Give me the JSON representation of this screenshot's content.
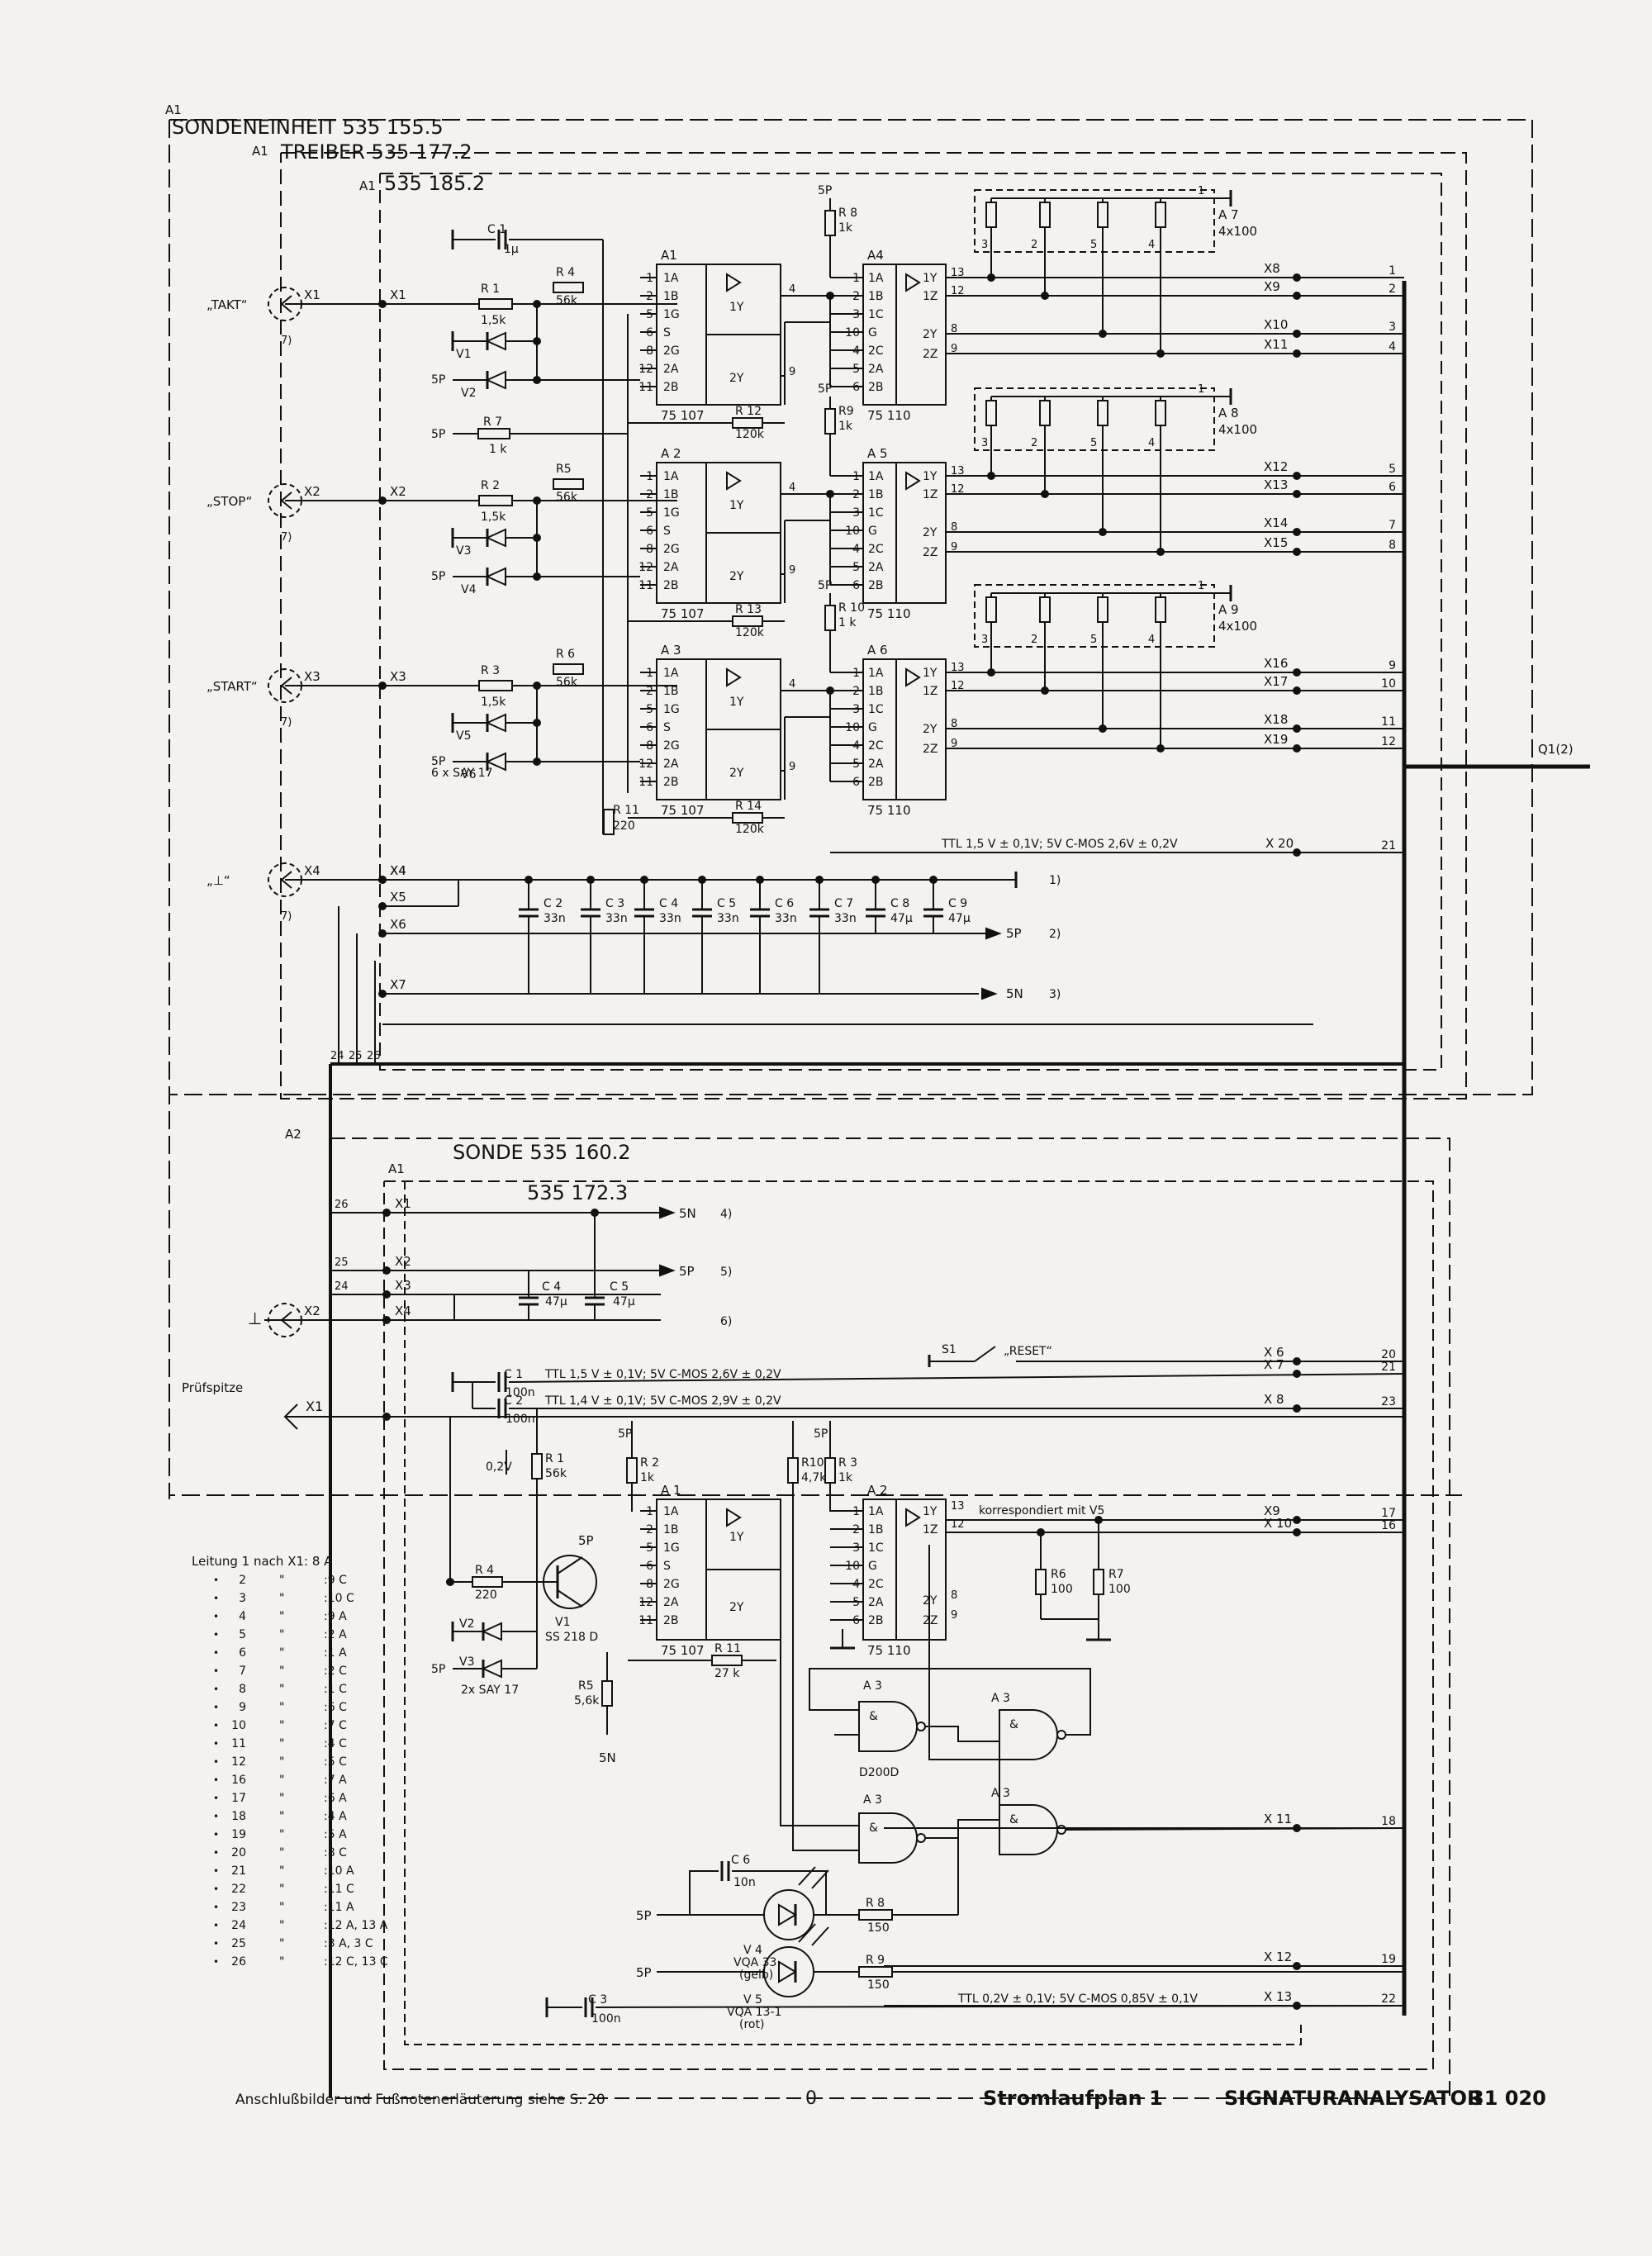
{
  "modules": {
    "a1_sondeneinheit": {
      "ref": "A1",
      "title": "SONDENEINHEIT 535 155.5"
    },
    "a1_treiber": {
      "ref": "A1",
      "title": "TREIBER 535 177.2"
    },
    "a1_board": {
      "ref": "A1",
      "title": "535 185.2"
    },
    "a2_sonde": {
      "ref": "A2",
      "title": "SONDE 535 160.2"
    },
    "a2_inner": {
      "ref": "A1",
      "title": "535 172.3"
    }
  },
  "inputs": [
    {
      "label": "„TAKT“",
      "connector": "X1",
      "node": "X1"
    },
    {
      "label": "„STOP“",
      "connector": "X2",
      "node": "X2"
    },
    {
      "label": "„START“",
      "connector": "X3",
      "node": "X3"
    },
    {
      "label": "„⊥“",
      "connector": "X4",
      "node": "X4"
    }
  ],
  "footnote_markers": [
    "7)",
    "7)",
    "7)",
    "7)"
  ],
  "driver_stages": [
    {
      "ic_a": "A1",
      "ic_a_type": "75 107",
      "ic_b": "A4",
      "ic_b_type": "75 110",
      "series_r": {
        "name": "R 1",
        "value": "1,5k"
      },
      "pull_r": {
        "name": "R 4",
        "value": "56k"
      },
      "fb_r": {
        "name": "R 12",
        "value": "120k"
      },
      "diodes": [
        "V1",
        "V2"
      ],
      "r_top": {
        "name": "R 8",
        "value": "1k"
      },
      "net": {
        "name": "A 7",
        "value": "4x100"
      },
      "net_pins": [
        "3",
        "2",
        "5",
        "4",
        "1"
      ],
      "outs": [
        {
          "x": "X8",
          "n": "1"
        },
        {
          "x": "X9",
          "n": "2"
        },
        {
          "x": "X10",
          "n": "3"
        },
        {
          "x": "X11",
          "n": "4"
        }
      ]
    },
    {
      "ic_a": "A 2",
      "ic_a_type": "75 107",
      "ic_b": "A 5",
      "ic_b_type": "75 110",
      "series_r": {
        "name": "R 2",
        "value": "1,5k"
      },
      "pull_r": {
        "name": "R5",
        "value": "56k"
      },
      "fb_r": {
        "name": "R 13",
        "value": "120k"
      },
      "diodes": [
        "V3",
        "V4"
      ],
      "r_top": {
        "name": "R9",
        "value": "1k"
      },
      "net": {
        "name": "A 8",
        "value": "4x100"
      },
      "net_pins": [
        "3",
        "2",
        "5",
        "4",
        "1"
      ],
      "outs": [
        {
          "x": "X12",
          "n": "5"
        },
        {
          "x": "X13",
          "n": "6"
        },
        {
          "x": "X14",
          "n": "7"
        },
        {
          "x": "X15",
          "n": "8"
        }
      ]
    },
    {
      "ic_a": "A 3",
      "ic_a_type": "75 107",
      "ic_b": "A 6",
      "ic_b_type": "75 110",
      "series_r": {
        "name": "R 3",
        "value": "1,5k"
      },
      "pull_r": {
        "name": "R 6",
        "value": "56k"
      },
      "fb_r": {
        "name": "R 14",
        "value": "120k"
      },
      "diodes": [
        "V5",
        "V6"
      ],
      "r_top": {
        "name": "R 10",
        "value": "1 k"
      },
      "net": {
        "name": "A 9",
        "value": "4x100"
      },
      "net_pins": [
        "3",
        "2",
        "5",
        "4",
        "1"
      ],
      "outs": [
        {
          "x": "X16",
          "n": "9"
        },
        {
          "x": "X17",
          "n": "10"
        },
        {
          "x": "X18",
          "n": "11"
        },
        {
          "x": "X19",
          "n": "12"
        }
      ]
    }
  ],
  "pins_a": [
    "1",
    "2",
    "5",
    "6",
    "8",
    "12",
    "11"
  ],
  "pins_a_names": [
    "1A",
    "1B",
    "1G",
    "S",
    "2G",
    "2A",
    "2B"
  ],
  "pins_b": [
    "1",
    "2",
    "3",
    "10",
    "4",
    "5",
    "6"
  ],
  "pins_b_names": [
    "1A",
    "1B",
    "1C",
    "G",
    "2C",
    "2A",
    "2B"
  ],
  "pins_b_out": [
    "13",
    "12",
    "8",
    "9"
  ],
  "pins_b_out_names": [
    "1Y",
    "1Z",
    "2Y",
    "2Z"
  ],
  "pins_a_out_names": [
    "1Y",
    "2Y"
  ],
  "pins_a_out_nums": [
    "4",
    "9"
  ],
  "top_parts": {
    "c1": {
      "name": "C 1",
      "value": "1μ"
    },
    "r7": {
      "name": "R 7",
      "value": "1 k"
    },
    "r11": {
      "name": "R 11",
      "value": "220"
    },
    "diode_note": "6 x SAY 17",
    "supply": "5P",
    "ttl_note": "TTL 1,5 V ± 0,1V; 5V C-MOS 2,6V ± 0,2V",
    "x20": "X 20",
    "x20_n": "21",
    "q1": "Q1(2)"
  },
  "capacitor_row": [
    {
      "name": "C 2",
      "value": "33n"
    },
    {
      "name": "C 3",
      "value": "33n"
    },
    {
      "name": "C 4",
      "value": "33n"
    },
    {
      "name": "C 5",
      "value": "33n"
    },
    {
      "name": "C 6",
      "value": "33n"
    },
    {
      "name": "C 7",
      "value": "33n"
    },
    {
      "name": "C 8",
      "value": "47μ"
    },
    {
      "name": "C 9",
      "value": "47μ"
    }
  ],
  "rail_nodes": [
    "X4",
    "X5",
    "X6",
    "X7"
  ],
  "rail_labels": [
    "1)",
    "5P",
    "2)",
    "5N",
    "3)"
  ],
  "link_pins": [
    "24",
    "25",
    "26"
  ],
  "probe": {
    "rails": [
      {
        "pin": "26",
        "x": "X1",
        "label": "5N",
        "note": "4)"
      },
      {
        "pin": "25",
        "x": "X2",
        "label": "5P",
        "note": "5)"
      },
      {
        "pin": "24",
        "x": "X3",
        "label": "",
        "note": ""
      },
      {
        "pin": "",
        "x": "X4",
        "label": "",
        "note": "6)"
      }
    ],
    "gnd_connector": "X2",
    "c4": {
      "name": "C 4",
      "value": "47μ"
    },
    "c5": {
      "name": "C 5",
      "value": "47μ"
    },
    "tip_label": "Prüfspitze",
    "tip_connector": "X1",
    "s1": {
      "name": "S1",
      "label": "„RESET“"
    },
    "ctrl_rows": [
      {
        "x": "X 6",
        "n": "20"
      },
      {
        "x": "X 7",
        "n": "21"
      },
      {
        "x": "X 8",
        "n": "23"
      }
    ],
    "c1": {
      "name": "C 1",
      "value": "100n"
    },
    "c2": {
      "name": "C 2",
      "value": "100n"
    },
    "ttl1": "TTL 1,5 V ± 0,1V; 5V C-MOS 2,6V ± 0,2V",
    "ttl2": "TTL 1,4 V ± 0,1V; 5V C-MOS 2,9V ± 0,2V",
    "v02": "0,2V",
    "r1": {
      "name": "R 1",
      "value": "56k"
    },
    "r2": {
      "name": "R 2",
      "value": "1k"
    },
    "r3": {
      "name": "R 3",
      "value": "1k"
    },
    "r10": {
      "name": "R10",
      "value": "4,7k"
    },
    "r4": {
      "name": "R 4",
      "value": "220"
    },
    "r5": {
      "name": "R5",
      "value": "5,6k"
    },
    "r11": {
      "name": "R 11",
      "value": "27 k"
    },
    "r6": {
      "name": "R6",
      "value": "100"
    },
    "r7": {
      "name": "R7",
      "value": "100"
    },
    "r8": {
      "name": "R 8",
      "value": "150"
    },
    "r9": {
      "name": "R 9",
      "value": "150"
    },
    "c6": {
      "name": "C 6",
      "value": "10n"
    },
    "c3": {
      "name": "C 3",
      "value": "100n"
    },
    "v1": {
      "name": "V1",
      "value": "SS 218 D"
    },
    "v2": "V2",
    "v3": "V3",
    "diode_note": "2x SAY 17",
    "v4": {
      "name": "V 4",
      "value": "VQA 33",
      "color": "(gelb)"
    },
    "v5": {
      "name": "V 5",
      "value": "VQA 13-1",
      "color": "(rot)"
    },
    "ic_a1": {
      "name": "A 1",
      "type": "75 107"
    },
    "ic_a2": {
      "name": "A 2",
      "type": "75 110"
    },
    "gate_a3": "A 3",
    "gate_d200d": "D200D",
    "korr_note": "korrespondiert mit V5",
    "out_rows": [
      {
        "x": "X9",
        "n": "17"
      },
      {
        "x": "X 10",
        "n": "16"
      },
      {
        "x": "X 11",
        "n": "18"
      },
      {
        "x": "X 12",
        "n": "19"
      },
      {
        "x": "X 13",
        "n": "22"
      }
    ],
    "ttl3": "TTL 0,2V ± 0,1V; 5V C-MOS 0,85V ± 0,1V",
    "supply_p": "5P",
    "supply_n": "5N"
  },
  "wiring_table": {
    "header": "Leitung 1 nach X1: 8 A",
    "rows": [
      {
        "n": "2",
        "to": ":9 C"
      },
      {
        "n": "3",
        "to": ":10 C"
      },
      {
        "n": "4",
        "to": ":9 A"
      },
      {
        "n": "5",
        "to": ":2 A"
      },
      {
        "n": "6",
        "to": ":1 A"
      },
      {
        "n": "7",
        "to": ":2 C"
      },
      {
        "n": "8",
        "to": ":1 C"
      },
      {
        "n": "9",
        "to": ":6 C"
      },
      {
        "n": "10",
        "to": ":7 C"
      },
      {
        "n": "11",
        "to": ":4 C"
      },
      {
        "n": "12",
        "to": ":5 C"
      },
      {
        "n": "16",
        "to": ":7 A"
      },
      {
        "n": "17",
        "to": ":6 A"
      },
      {
        "n": "18",
        "to": ":4 A"
      },
      {
        "n": "19",
        "to": ":5 A"
      },
      {
        "n": "20",
        "to": ":8 C"
      },
      {
        "n": "21",
        "to": ":10 A"
      },
      {
        "n": "22",
        "to": ":11 C"
      },
      {
        "n": "23",
        "to": ":11 A"
      },
      {
        "n": "24",
        "to": ":12 A, 13 A"
      },
      {
        "n": "25",
        "to": ":3 A, 3 C"
      },
      {
        "n": "26",
        "to": ":12 C, 13 C"
      }
    ]
  },
  "footer": {
    "note": "Anschlußbilder und Fußnotenerläuterung siehe S. 20",
    "page": "0",
    "title": "Stromlaufplan 1",
    "device": "SIGNATURANALYSATOR",
    "number": "31 020"
  }
}
